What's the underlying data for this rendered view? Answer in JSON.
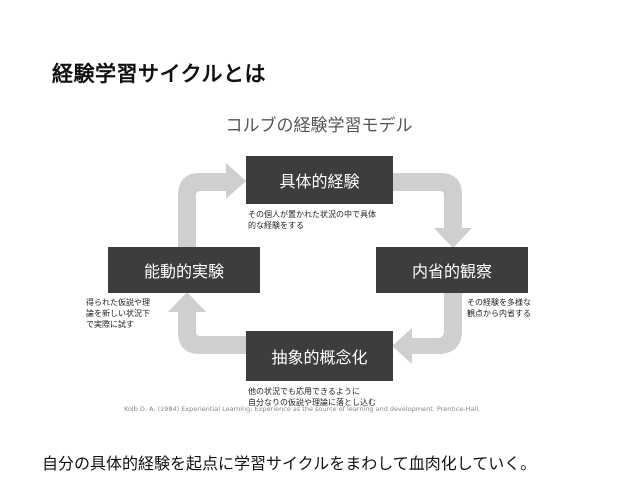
{
  "title": "経験学習サイクルとは",
  "diagram_title": "コルブの経験学習モデル",
  "stages": {
    "top": {
      "label": "具体的経験",
      "note": [
        "その個人が置かれた状況の中で具体",
        "的な経験をする"
      ]
    },
    "right": {
      "label": "内省的観察",
      "note": [
        "その経験を多様な",
        "観点から内省する"
      ]
    },
    "bottom": {
      "label": "抽象的概念化",
      "note": [
        "他の状況でも応用できるように",
        "自分なりの仮説や理論に落とし込む"
      ]
    },
    "left": {
      "label": "能動的実験",
      "note": [
        "得られた仮説や理",
        "論を新しい状況下",
        "で実際に試す"
      ]
    }
  },
  "citation": "Kolb D. A. (1984) Experiential  Learning: Experience as the source of  learning and development. Prentice-Hall.",
  "summary": "自分の具体的経験を起点に学習サイクルをまわして血肉化していく。"
}
